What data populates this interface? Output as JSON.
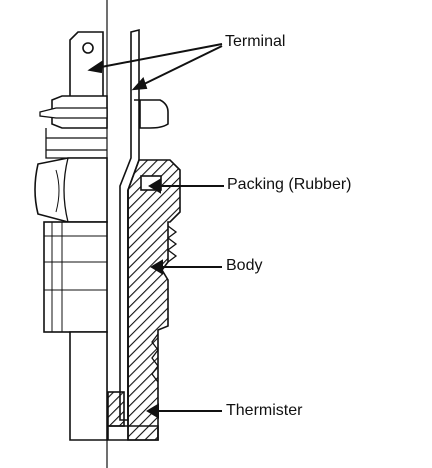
{
  "labels": {
    "terminal": "Terminal",
    "packing": "Packing (Rubber)",
    "body": "Body",
    "thermister": "Thermister"
  },
  "colors": {
    "ink": "#111111",
    "paper": "#ffffff"
  }
}
